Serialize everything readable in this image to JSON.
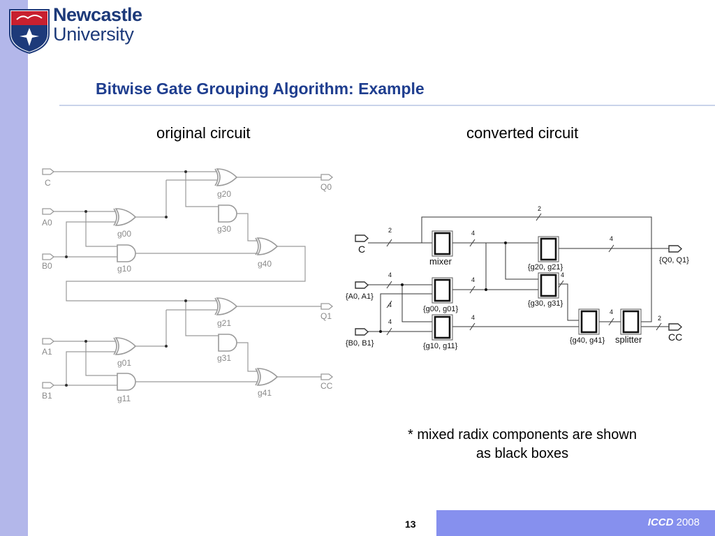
{
  "header": {
    "logo_line1": "Newcastle",
    "logo_line2": "University",
    "title": "Bitwise Gate Grouping Algorithm: Example"
  },
  "original": {
    "heading": "original circuit",
    "inputs": [
      "C",
      "A0",
      "B0",
      "A1",
      "B1"
    ],
    "outputs": [
      "Q0",
      "Q1",
      "CC"
    ],
    "gates": [
      "g20",
      "g30",
      "g00",
      "g10",
      "g40",
      "g21",
      "g31",
      "g01",
      "g11",
      "g41"
    ]
  },
  "converted": {
    "heading": "converted circuit",
    "inputs": [
      "C",
      "{A0, A1}",
      "{B0, B1}"
    ],
    "outputs": [
      "{Q0, Q1}",
      "CC"
    ],
    "components": [
      "mixer",
      "{g20, g21}",
      "{g30, g31}",
      "{g00, g01}",
      "{g10, g11}",
      "{g40, g41}",
      "splitter"
    ],
    "widths": [
      "2",
      "4",
      "4",
      "4",
      "4",
      "4",
      "4",
      "4",
      "4",
      "4",
      "2",
      "2"
    ]
  },
  "note": {
    "line1": "* mixed radix components are shown",
    "line2": "as black boxes"
  },
  "footer": {
    "page_number": "13",
    "conference": "ICCD",
    "year": "2008"
  }
}
